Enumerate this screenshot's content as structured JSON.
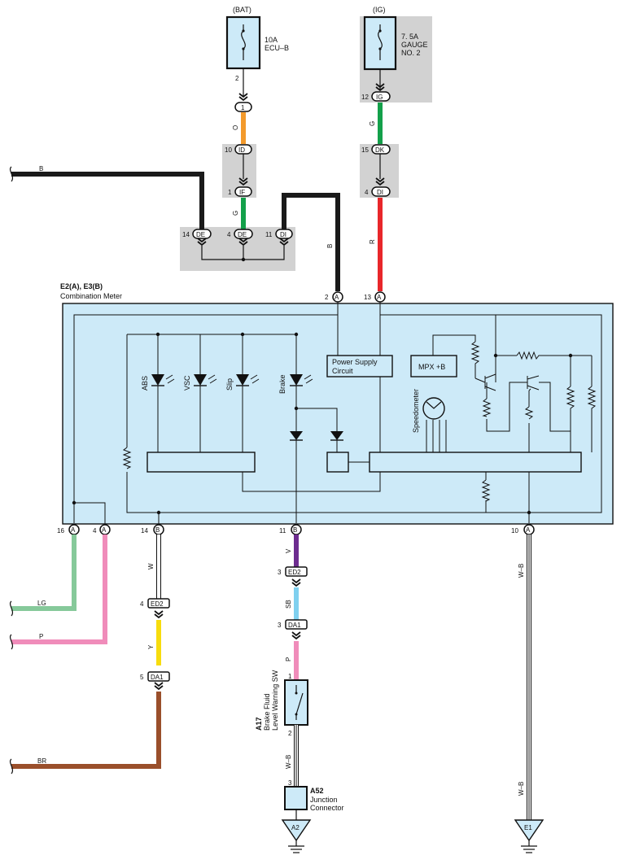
{
  "power": {
    "bat": "(BAT)",
    "ig": "(IG)",
    "fuse1": {
      "amp": "10A",
      "name": "ECU–B",
      "pin": "2"
    },
    "fuse2": {
      "amp": "7. 5A",
      "name1": "GAUGE",
      "name2": "NO. 2",
      "pin": "12",
      "conn": "IG"
    }
  },
  "connectors": {
    "c1": {
      "label": "1"
    },
    "id": {
      "pin": "10",
      "label": "ID"
    },
    "if": {
      "pin": "1",
      "label": "IF"
    },
    "dk": {
      "pin": "15",
      "label": "DK"
    },
    "di_top": {
      "pin": "4",
      "label": "DI"
    },
    "de1": {
      "pin": "14",
      "label": "DE"
    },
    "de2": {
      "pin": "4",
      "label": "DE"
    },
    "di2": {
      "pin": "11",
      "label": "DI"
    },
    "meter_a2": {
      "pin": "2",
      "label": "A"
    },
    "meter_a13": {
      "pin": "13",
      "label": "A"
    },
    "bottom_a16": {
      "pin": "16",
      "label": "A"
    },
    "bottom_a4": {
      "pin": "4",
      "label": "A"
    },
    "bottom_b14": {
      "pin": "14",
      "label": "B"
    },
    "bottom_b11": {
      "pin": "11",
      "label": "B"
    },
    "bottom_a10": {
      "pin": "10",
      "label": "A"
    },
    "ed2_left": {
      "pin": "4",
      "label": "ED2"
    },
    "da1_left": {
      "pin": "5",
      "label": "DA1"
    },
    "ed2_right": {
      "pin": "3",
      "label": "ED2"
    },
    "da1_right": {
      "pin": "3",
      "label": "DA1"
    }
  },
  "wires": {
    "o": "O",
    "g1": "G",
    "g2": "G",
    "b": "B",
    "b2": "B",
    "r": "R",
    "lg": "LG",
    "p": "P",
    "w": "W",
    "y": "Y",
    "br": "BR",
    "v": "V",
    "sb": "SB",
    "p2": "P",
    "wb1": "W–B",
    "wb2": "W–B",
    "wb3": "W–B"
  },
  "meter": {
    "code": "E2(A), E3(B)",
    "name": "Combination Meter",
    "power_supply1": "Power Supply",
    "power_supply2": "Circuit",
    "mpx": "MPX +B",
    "speedometer": "Speedometer",
    "leds": [
      "ABS",
      "VSC",
      "Slip",
      "Brake"
    ]
  },
  "switch": {
    "code": "A17",
    "name1": "Brake Fluid",
    "name2": "Level Warning SW",
    "pin_top": "1",
    "pin_bottom": "2"
  },
  "junction": {
    "code": "A52",
    "name1": "Junction",
    "name2": "Connector",
    "pin": "3"
  },
  "grounds": {
    "a2": "A2",
    "e1": "E1"
  },
  "colors": {
    "orange": "#f39a2b",
    "green": "#13a04a",
    "black": "#1a1a1a",
    "red": "#e8262a",
    "lightgreen": "#86c99a",
    "pink": "#f08cba",
    "yellow": "#f7dc0d",
    "brown": "#9a4f2b",
    "purple": "#6d2c8f",
    "skyblue": "#7fd0ef",
    "meterfill": "#cdeaf8",
    "gray": "#d2d2d2"
  }
}
